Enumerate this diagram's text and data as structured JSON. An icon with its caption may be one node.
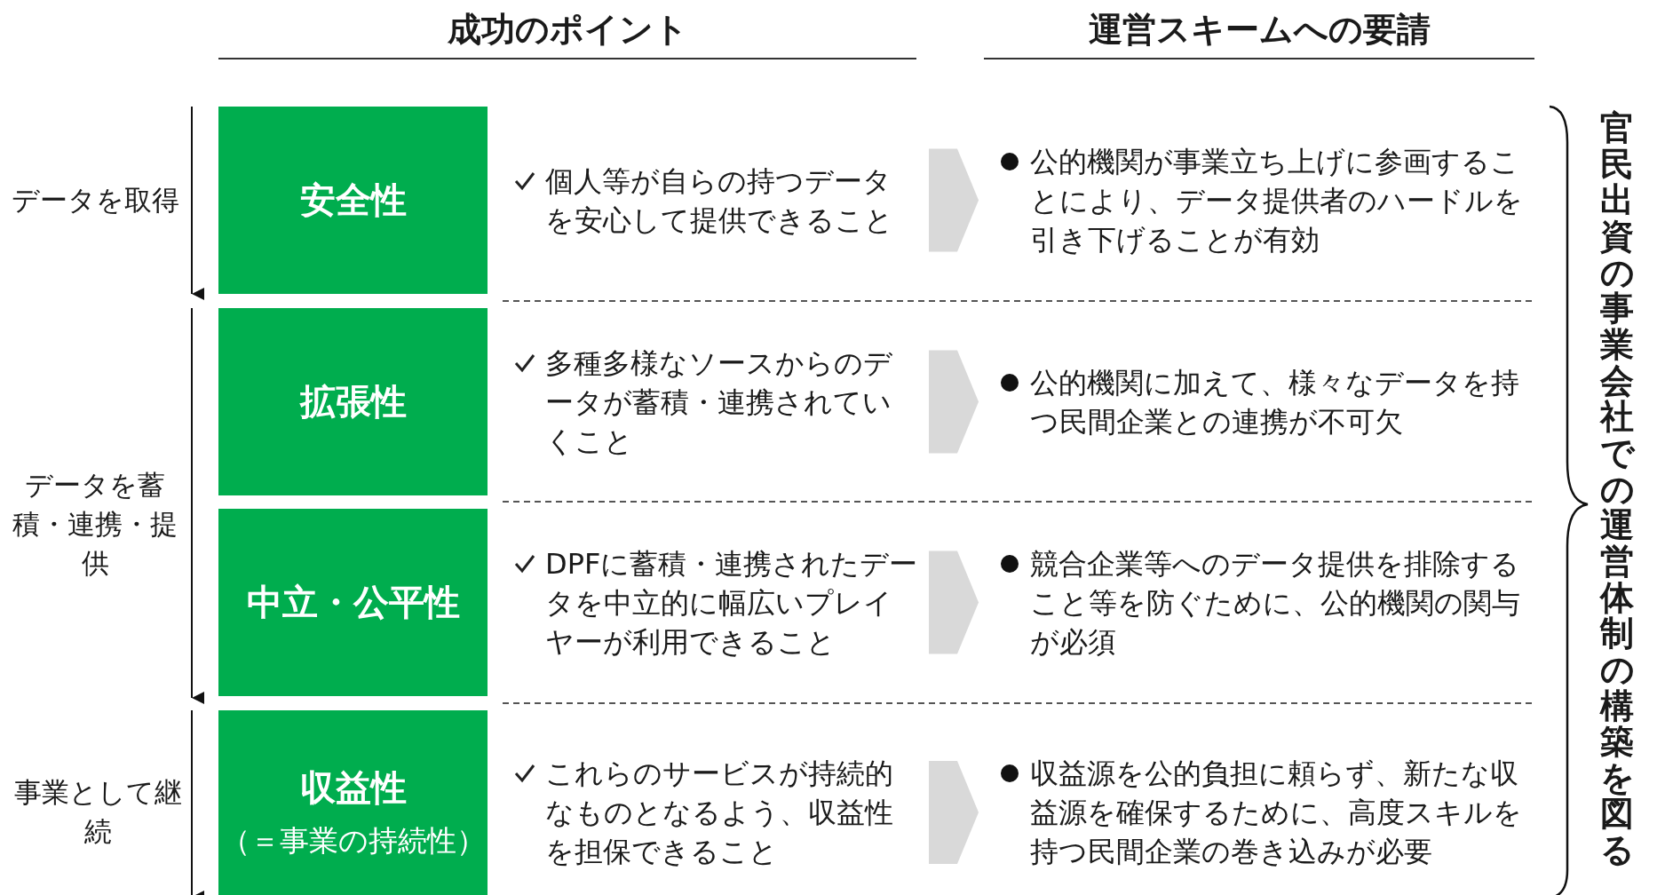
{
  "diagram": {
    "nodes": [
      {
        "text": [
          "安全性"
        ]
      },
      {
        "text": [
          "個人等が自らの持つデータを安心して提供できること"
        ]
      },
      {
        "text": [
          "公的機関が事業立ち上げに参画することにより、データ提供者のハードルを引き下げることが有効"
        ]
      },
      {
        "text": [
          "拡張性"
        ]
      },
      {
        "text": [
          "多種多様なソースからのデータが蓄積・連携されていくこと"
        ]
      },
      {
        "text": [
          "公的機関に加えて、様々なデータを持つ民間企業との連携が不可欠"
        ]
      },
      {
        "text": [
          "中立・公平性"
        ]
      },
      {
        "text": [
          "DPFに蓄積・連携されたデータを中立的に幅広いプレイヤーが利用できること"
        ]
      },
      {
        "text": [
          "競合企業等へのデータ提供を排除すること等を防ぐために、公的機関の関与が必須"
        ]
      },
      {
        "text": [
          "収益性",
          "（＝事業の持続性）"
        ]
      },
      {
        "text": [
          "これらのサービスが持続的なものとなるよう、収益性を担保できること"
        ]
      },
      {
        "text": [
          "収益源を公的負担に頼らず、新たな収益源を確保するために、高度スキルを持つ民間企業の巻き込みが必要"
        ]
      }
    ],
    "edges": [
      {
        "from": 1,
        "to": 2,
        "arrow": "to"
      },
      {
        "from": 4,
        "to": 5,
        "arrow": "to"
      },
      {
        "from": 7,
        "to": 8,
        "arrow": "to"
      },
      {
        "from": 10,
        "to": 11,
        "arrow": "to"
      }
    ],
    "labels": [
      "成功のポイント",
      "運営スキームへの要請",
      "データを取得",
      "データを蓄積・連携・提供",
      "事業として継続",
      "官民出資の事業会社での運営体制の構築を図る"
    ]
  }
}
